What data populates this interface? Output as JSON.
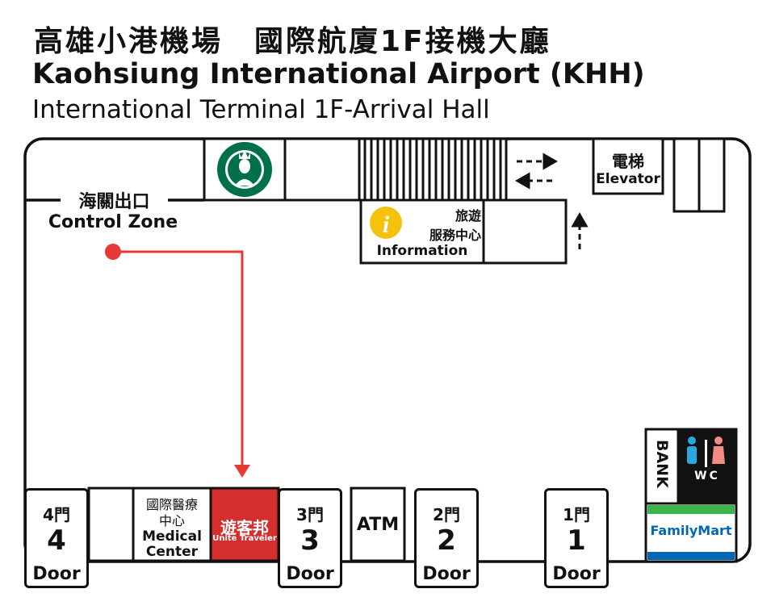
{
  "header": {
    "title_zh": "高雄小港機場　國際航廈1F接機大廳",
    "title_en": "Kaohsiung International Airport (KHH)",
    "subtitle": "International Terminal 1F-Arrival Hall"
  },
  "map": {
    "control_zone_zh": "海關出口",
    "control_zone_en": "Control Zone",
    "elevator_zh": "電梯",
    "elevator_en": "Elevator",
    "info_zh_1": "旅遊",
    "info_zh_2": "服務中心",
    "info_en": "Information",
    "medical_zh_1": "國際醫療",
    "medical_zh_2": "中心",
    "medical_en_1": "Medical",
    "medical_en_2": "Center",
    "unite_zh": "遊客邦",
    "unite_en": "Unite Traveler",
    "atm": "ATM",
    "bank": "BANK",
    "wc": "WC",
    "familymart": "FamilyMart",
    "doors": [
      {
        "zh": "4門",
        "num": "4",
        "en": "Door"
      },
      {
        "zh": "3門",
        "num": "3",
        "en": "Door"
      },
      {
        "zh": "2門",
        "num": "2",
        "en": "Door"
      },
      {
        "zh": "1門",
        "num": "1",
        "en": "Door"
      }
    ]
  },
  "colors": {
    "route": "#e53935",
    "unite": "#d32f2f",
    "starbucks": "#00704a",
    "info_icon": "#f4c20d",
    "familymart_green": "#3bb54a",
    "familymart_blue": "#0068b7",
    "wc_male": "#29a8e0",
    "wc_female": "#f28b82"
  }
}
